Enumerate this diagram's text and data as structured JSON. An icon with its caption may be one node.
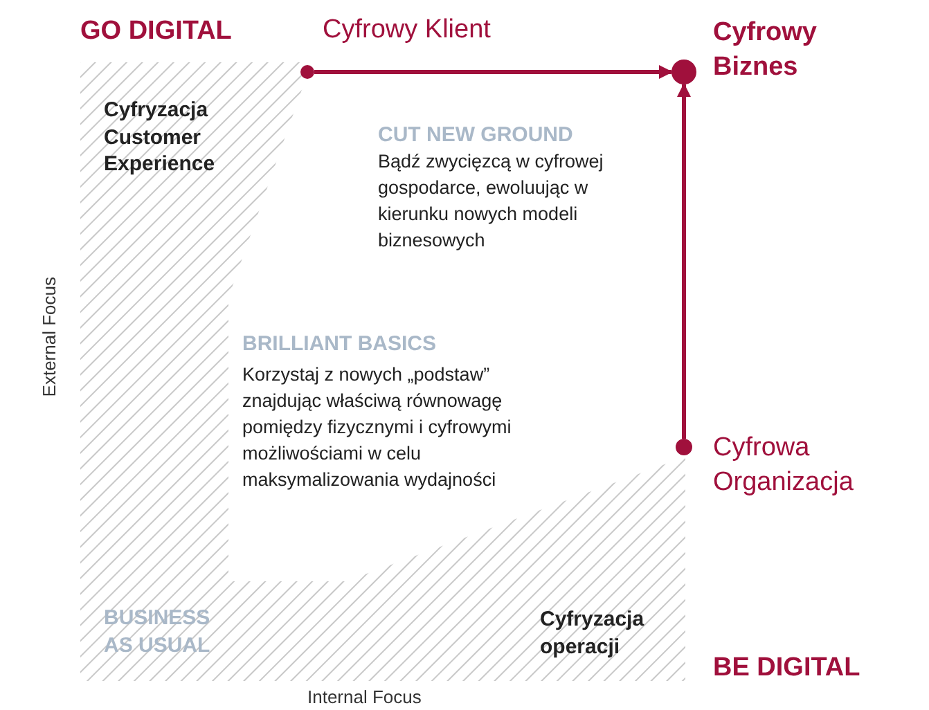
{
  "diagram": {
    "nodes": [
      {
        "text": [],
        "shape": "circle",
        "beside": [
          "Cyfrowy Klient"
        ]
      },
      {
        "text": [],
        "shape": "circle",
        "beside": [
          "Cyfrowy Biznes"
        ]
      },
      {
        "text": [],
        "shape": "circle",
        "beside": [
          "Cyfrowa Organizacja"
        ]
      }
    ],
    "edges": [
      {
        "from": 0,
        "to": 1,
        "arrow": "to"
      },
      {
        "from": 2,
        "to": 1,
        "arrow": "to"
      }
    ],
    "labels": [
      "GO DIGITAL",
      "Cyfryzacja Customer Experience",
      "CUT NEW GROUND",
      "Bądź zwycięzcą w cyfrowej gospodarce, ewoluując w kierunku nowych modeli biznesowych",
      "External Focus",
      "BRILLIANT BASICS",
      "Korzystaj z nowych „podstaw” znajdując właściwą równowagę pomiędzy fizycznymi i cyfrowymi możliwościami w celu maksymalizowania wydajności",
      "BUSINESS AS USUAL",
      "Cyfryzacja operacji",
      "BE DIGITAL",
      "Internal Focus"
    ]
  }
}
